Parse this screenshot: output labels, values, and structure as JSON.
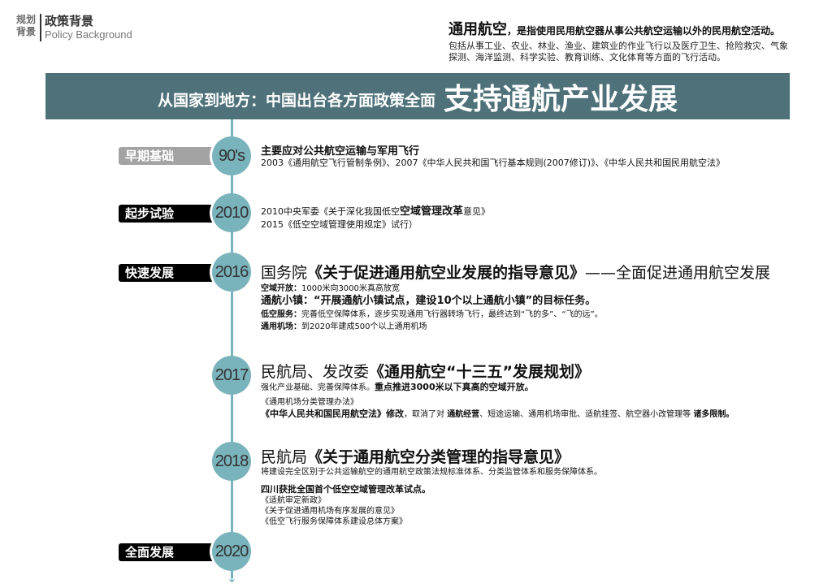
{
  "header": {
    "small_label": "规划背景",
    "title": "政策背景",
    "subtitle": "Policy Background"
  },
  "definition": {
    "term": "通用航空",
    "tail": "，是指使用民用航空器从事公共航空运输以外的民用航空活动。",
    "body": "包括从事工业、农业、林业、渔业、建筑业的作业飞行以及医疗卫生、抢险救灾、气象探测、海洋监测、科学实验、教育训练、文化体育等方面的飞行活动。"
  },
  "banner": {
    "prefix": "从国家到地方：中国出台各方面政策全面",
    "emphasis": "支持通航产业发展"
  },
  "timeline": [
    {
      "stage": "早期基础",
      "year": "90's",
      "lines": [
        {
          "text": "主要应对公共航空运输与军用飞行"
        },
        {
          "text": "2003《通用航空飞行管制条例》、2007《中华人民共和国飞行基本规则(2007修订)》、《中华人民共和国民用航空法》"
        }
      ]
    },
    {
      "stage": "起步试验",
      "year": "2010",
      "lines": [
        {
          "pre": "2010中央军委《关于深化我国低空",
          "bold": "空域管理改革",
          "post": "意见》"
        },
        {
          "text": "2015《低空空域管理使用规定》试行）"
        }
      ]
    },
    {
      "stage": "快速发展",
      "year": "2016",
      "headline": {
        "pre": "国务院",
        "bold": "《关于促进通用航空业发展的指导意见》",
        "post": "——全面促进通用航空发展"
      },
      "items": [
        {
          "key": "空域开放：",
          "value": "1000米向3000米真高放宽"
        },
        {
          "key": "通航小镇：",
          "value": "“开展通航小镇试点，建设10个以上通航小镇”的目标任务。"
        },
        {
          "key": "低空服务：",
          "value": "完善低空保障体系，逐步实现通用飞行器转场飞行，最终达到“飞的多”、“飞的远”。"
        },
        {
          "key": "通用机场：",
          "value": "到2020年建成500个以上通用机场"
        }
      ]
    },
    {
      "stage": "",
      "year": "2017",
      "headline": {
        "pre": "民航局、发改委",
        "bold": "《通用航空“十三五”发展规划》"
      },
      "line1": {
        "pre": "强化产业基础、完善保障体系。",
        "bold": "重点推进3000米以下真高的空域开放。"
      },
      "line2": "《通用机场分类管理办法》",
      "line3": {
        "bold1": "《中华人民共和国民用航空法》修改",
        "mid": "，取消了对 ",
        "bold2": "通航经营",
        "mid2": "、短途运输、通用机场审批、适航挂签、航空器小改管理等 ",
        "bold3": "诸多限制。"
      }
    },
    {
      "stage": "",
      "year": "2018",
      "headline": {
        "pre": "民航局",
        "bold": "《关于通用航空分类管理的指导意见》"
      },
      "line1": "将建设完全区别于公共运输航空的通用航空政策法规标准体系、分类监管体系和服务保障体系。",
      "line2": "四川获批全国首个低空空域管理改革试点。",
      "docs": [
        "《适航审定新政》",
        "《关于促进通用机场有序发展的意见》",
        "《低空飞行服务保障体系建设总体方案》"
      ]
    },
    {
      "stage": "全面发展",
      "year": "2020"
    }
  ]
}
